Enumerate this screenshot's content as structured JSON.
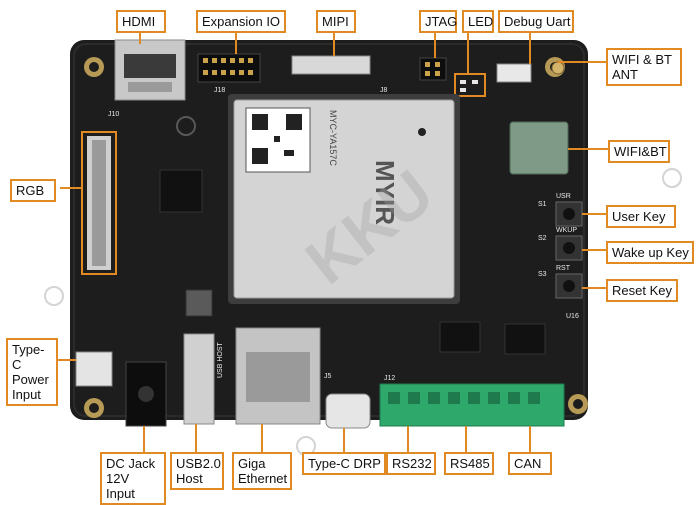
{
  "colors": {
    "board": "#1d1d1d",
    "board_edge": "#2b2b2b",
    "callout": "#e08a24",
    "terminal_green": "#2fa86c",
    "watermark": "#a0a0a0"
  },
  "labels": {
    "hdmi": "HDMI",
    "expansion_io": "Expansion IO",
    "mipi": "MIPI",
    "jtag": "JTAG",
    "led": "LED",
    "debug_uart": "Debug Uart",
    "wifi_bt_ant": "WIFI & BT ANT",
    "wifi_bt": "WIFI&BT",
    "rgb": "RGB",
    "user_key": "User Key",
    "wake_up_key": "Wake up Key",
    "reset_key": "Reset Key",
    "type_c_power": "Type-C Power Input",
    "dc_jack": "DC Jack 12V Input",
    "usb20_host": "USB2.0 Host",
    "giga_ethernet": "Giga Ethernet",
    "type_c_drp": "Type-C DRP",
    "rs232": "RS232",
    "rs485": "RS485",
    "can": "CAN"
  },
  "silkscreen": {
    "som_brand": "MYIR",
    "som_model": "MYC-YA157C",
    "usr": "USR",
    "s1": "S1",
    "s2": "S2",
    "s3": "S3",
    "rst": "RST",
    "usb_host": "USB HOST",
    "wkup": "WKUP",
    "j10": "J10",
    "j18": "J18",
    "j8": "J8",
    "j5": "J5",
    "j12": "J12",
    "u16": "U16"
  },
  "watermark": {
    "text": "KKU"
  }
}
